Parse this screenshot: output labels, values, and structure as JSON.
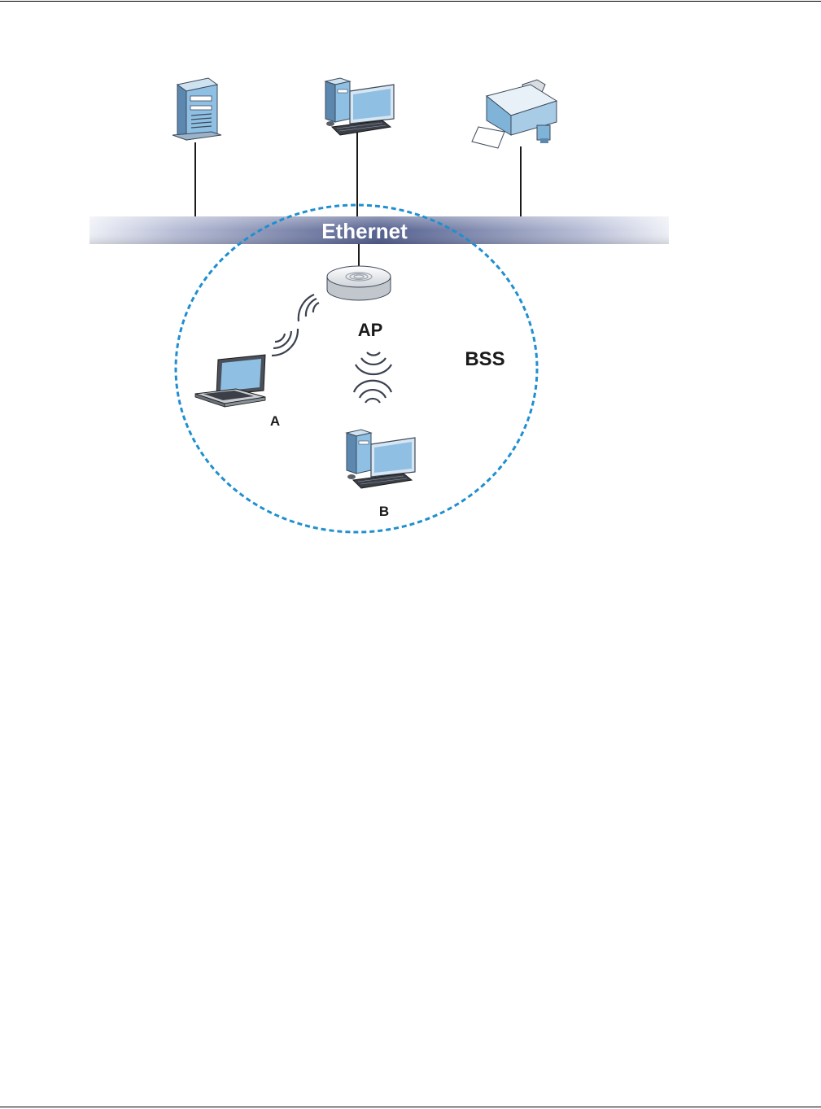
{
  "diagram": {
    "network_label": "Ethernet",
    "access_point_label": "AP",
    "bss_label": "BSS",
    "client_a_label": "A",
    "client_b_label": "B",
    "colors": {
      "bss_boundary": "#1f8fd0",
      "ethernet_bar": "#5b6a96",
      "device_blue": "#7fb3d8"
    },
    "icons": [
      "server-icon",
      "desktop-computer-icon",
      "printer-icon",
      "access-point-icon",
      "laptop-icon",
      "wireless-signal-icon"
    ]
  }
}
